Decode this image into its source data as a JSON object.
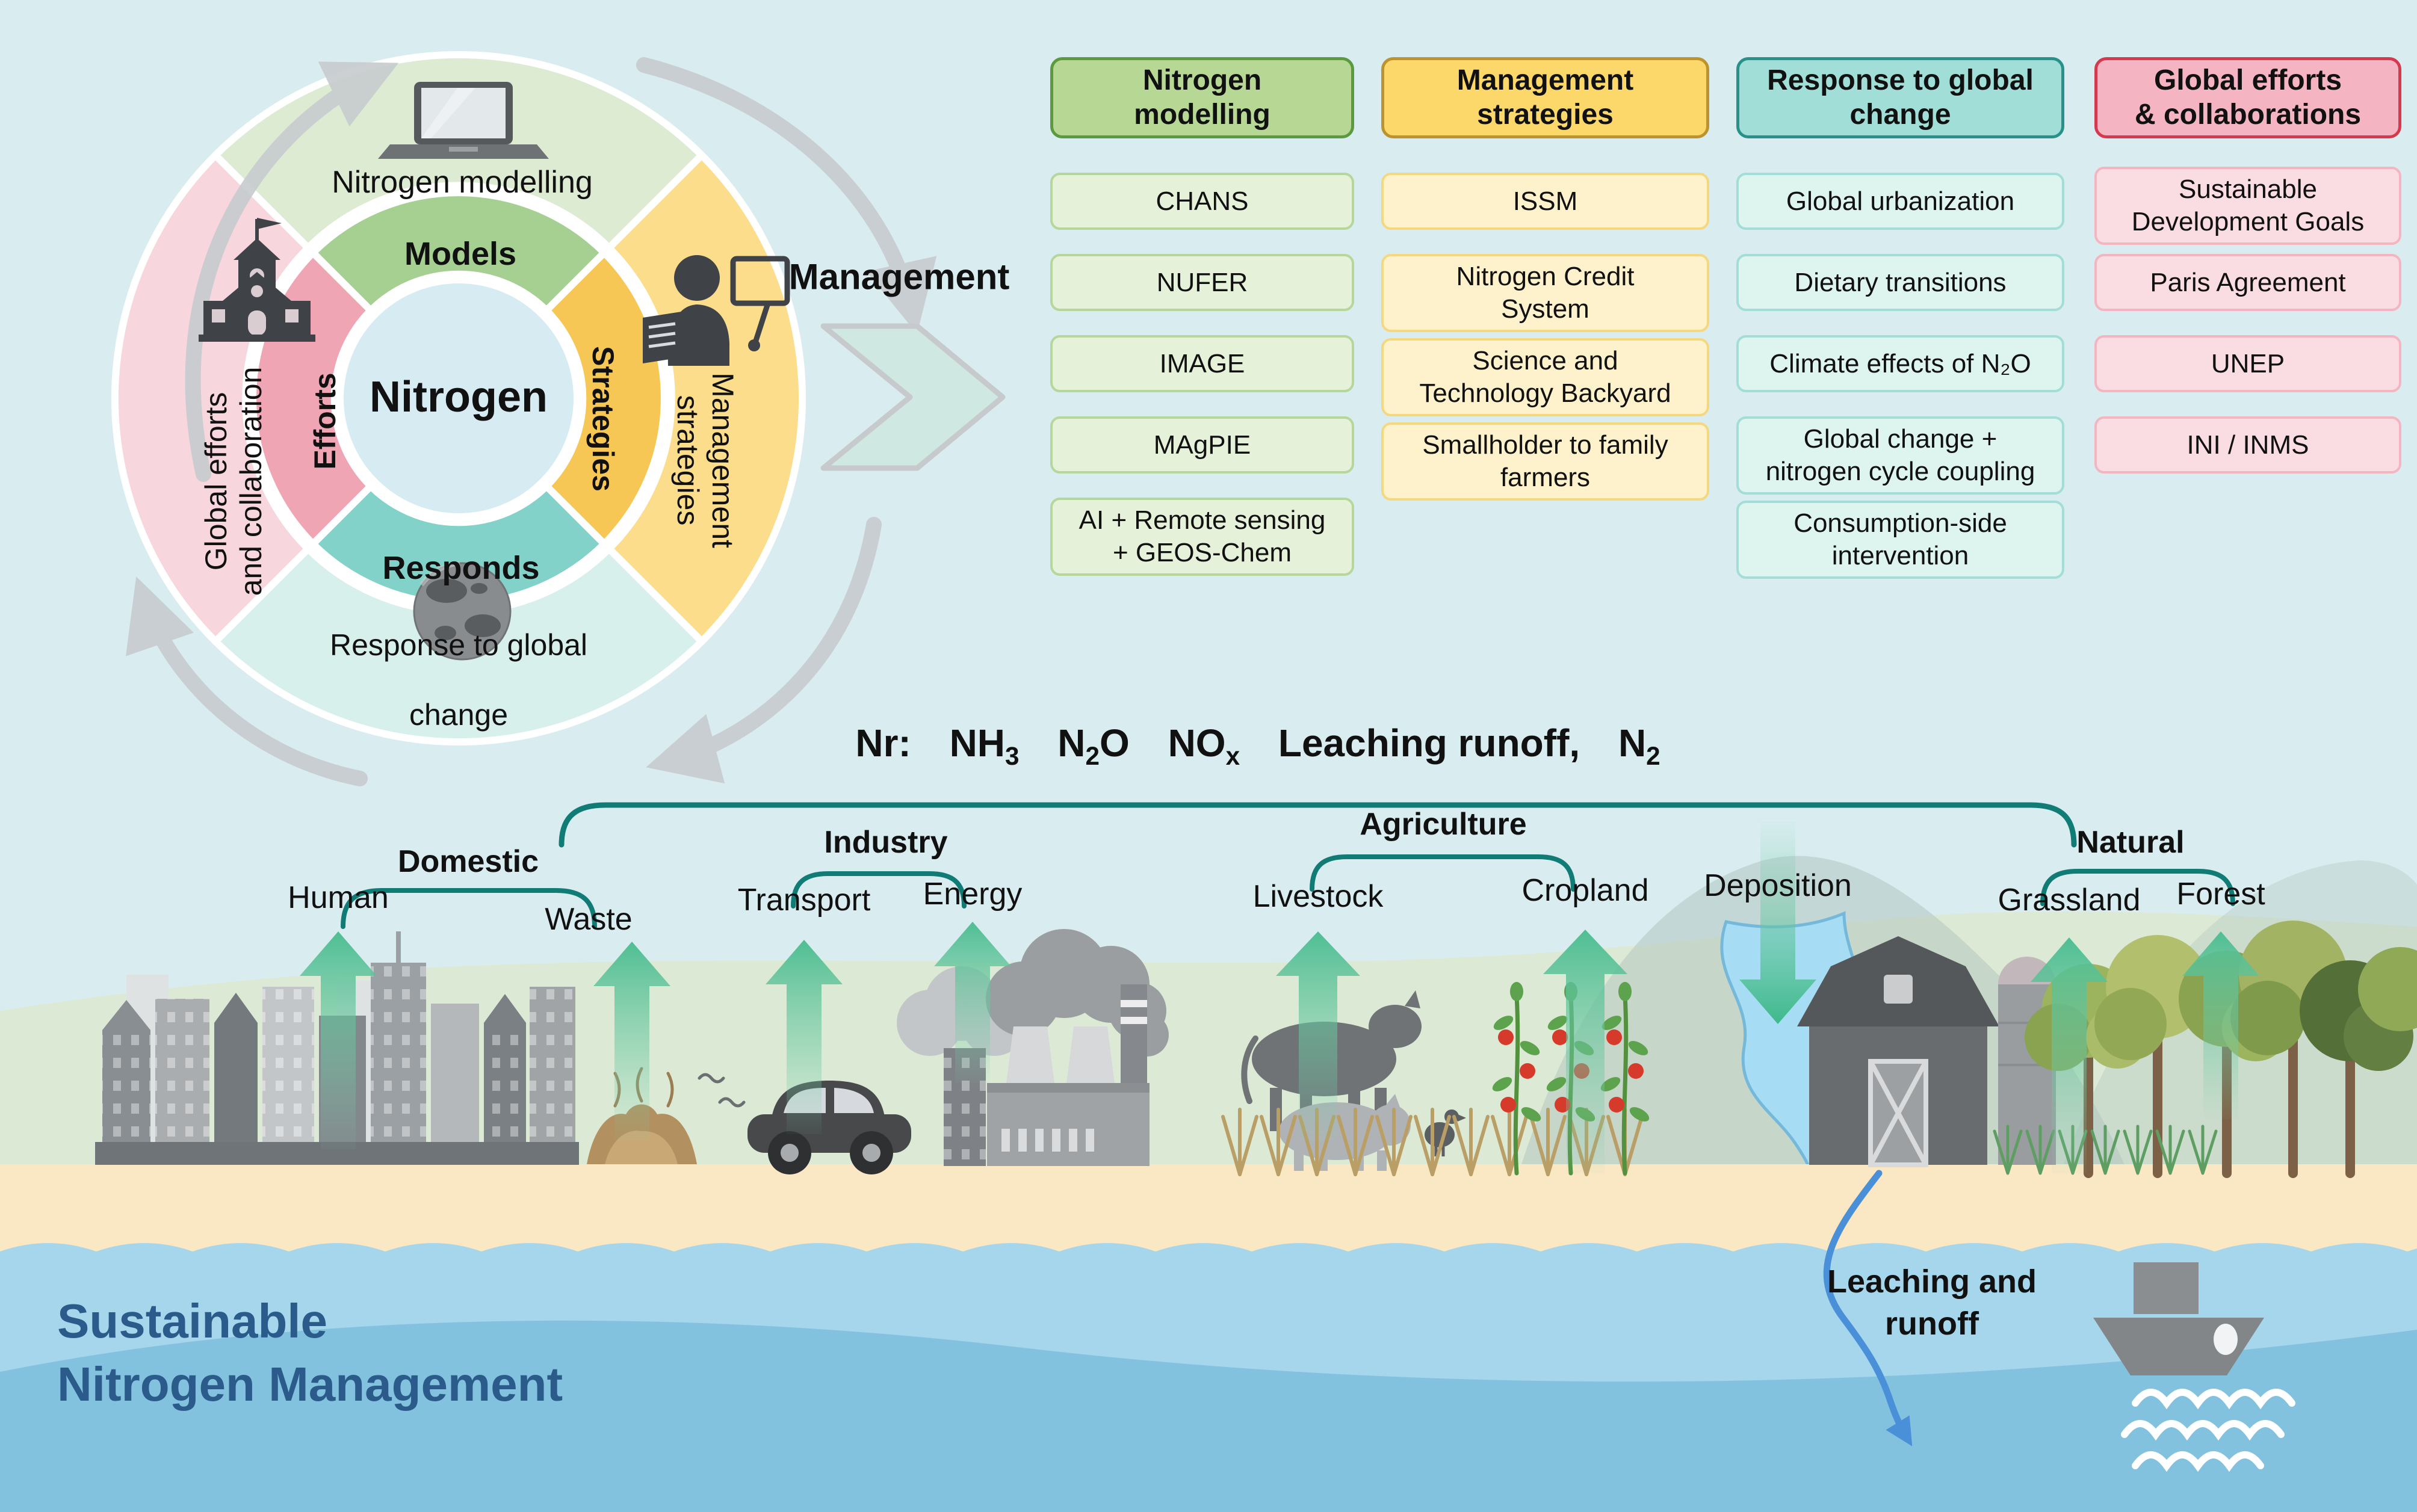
{
  "cycle": {
    "center_label": "Nitrogen",
    "inner_segments": [
      {
        "label": "Models"
      },
      {
        "label": "Strategies"
      },
      {
        "label": "Responds"
      },
      {
        "label": "Efforts"
      }
    ],
    "outer_segments": [
      {
        "label": "Nitrogen modelling",
        "icon": "laptop-icon"
      },
      {
        "line1": "Management",
        "line2": "strategies",
        "icon": "presenter-icon"
      },
      {
        "line1": "Response to global",
        "line2": "change",
        "icon": "globe-icon"
      },
      {
        "line1": "Global efforts",
        "line2": "and collaboration",
        "icon": "school-icon"
      }
    ]
  },
  "management_flow": {
    "label": "Management"
  },
  "columns": [
    {
      "header": "Nitrogen\nmodelling",
      "accent": "#5c9a40",
      "items": [
        "CHANS",
        "NUFER",
        "IMAGE",
        "MAgPIE",
        "AI + Remote sensing\n+ GEOS-Chem"
      ]
    },
    {
      "header": "Management\nstrategies",
      "accent": "#bd9330",
      "items": [
        "ISSM",
        "Nitrogen Credit\nSystem",
        "Science and\nTechnology Backyard",
        "Smallholder to family\nfarmers"
      ]
    },
    {
      "header": "Response to global\nchange",
      "accent": "#27918a",
      "items": [
        "Global urbanization",
        "Dietary transitions",
        "Climate effects of N₂O",
        "Global change +\nnitrogen cycle coupling",
        "Consumption-side\nintervention"
      ]
    },
    {
      "header": "Global efforts\n& collaborations",
      "accent": "#d4394f",
      "items": [
        "Sustainable\nDevelopment Goals",
        "Paris Agreement",
        "UNEP",
        "INI / INMS"
      ]
    }
  ],
  "formula": {
    "prefix": "Nr:",
    "species": [
      {
        "base": "NH",
        "sub": "3",
        "tail": ""
      },
      {
        "base": "N",
        "sub": "2",
        "tail": "O"
      },
      {
        "base": "NO",
        "sub": "x",
        "tail": ""
      },
      {
        "base": "Leaching runoff,",
        "sub": "",
        "tail": ""
      },
      {
        "base": "N",
        "sub": "2",
        "tail": ""
      }
    ]
  },
  "scene": {
    "groups": [
      {
        "label": "Domestic",
        "sources": [
          "Human",
          "Waste"
        ]
      },
      {
        "label": "Industry",
        "sources": [
          "Transport",
          "Energy"
        ]
      },
      {
        "label": "Agriculture",
        "sources": [
          "Livestock",
          "Cropland"
        ]
      },
      {
        "label": "Natural",
        "sources": [
          "Grassland",
          "Forest"
        ]
      }
    ],
    "deposition_label": "Deposition",
    "leaching_line1": "Leaching and",
    "leaching_line2": "runoff"
  },
  "title": {
    "line1": "Sustainable",
    "line2": "Nitrogen Management"
  },
  "colors": {
    "background": "#d9edf0",
    "bracket_teal": "#117c76",
    "emission_green": "#4fbe92",
    "runoff_blue": "#4a90d9",
    "title_blue": "#2a5b8a"
  }
}
